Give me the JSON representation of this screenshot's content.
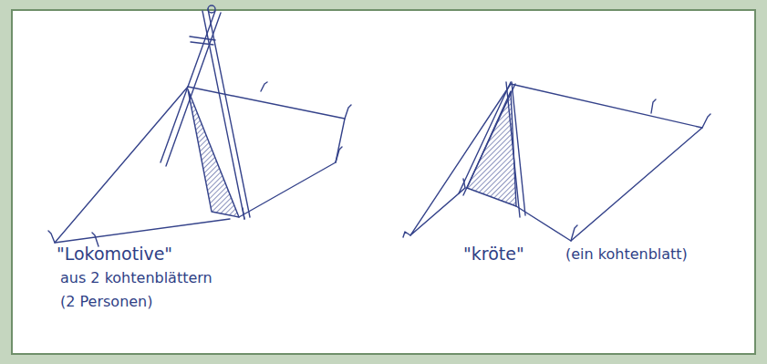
{
  "diagram": {
    "labels": [
      "\"Lokomotive\"",
      "aus 2 kohtenblättern",
      "(2 Personen)",
      "\"kröte\"",
      "(ein kohtenblatt)"
    ]
  }
}
